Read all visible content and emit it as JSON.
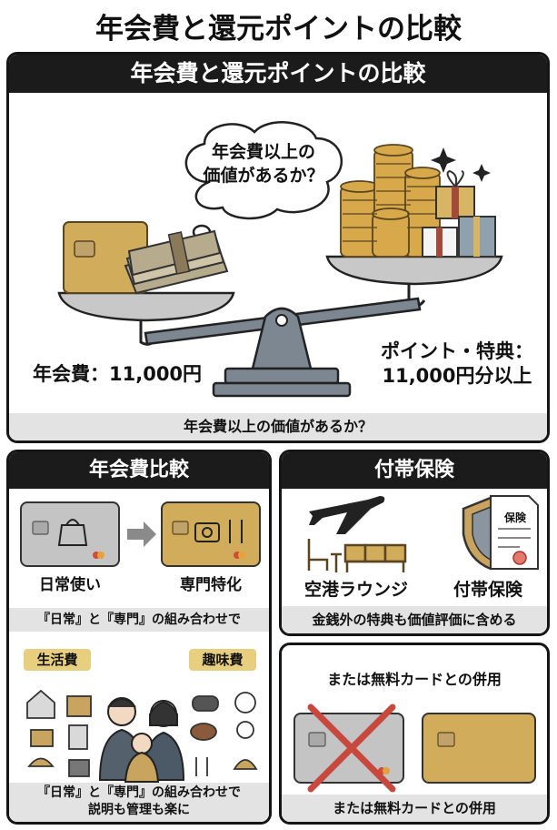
{
  "page_title": "年会費と還元ポイントの比較",
  "top_panel": {
    "header": "年会費と還元ポイントの比較",
    "thought_line1": "年会費以上の",
    "thought_line2": "価値があるか？",
    "fee_label": "年会費：11,000円",
    "points_line1": "ポイント・特典：",
    "points_line2": "11,000円分以上",
    "caption": "年会費以上の価値があるか？"
  },
  "fee_panel": {
    "header": "年会費比較",
    "left_card_label": "日常使い",
    "right_card_label": "専門特化",
    "caption": "『日常』と『専門』の組み合わせで",
    "tag_living": "生活費",
    "tag_hobby": "趣味費",
    "bottom_line1": "『日常』と『専門』の組み合わせで",
    "bottom_line2": "説明も管理も楽に"
  },
  "insurance_panel": {
    "header": "付帯保険",
    "document_title": "保険",
    "lounge_label": "空港ラウンジ",
    "insurance_label": "付帯保険",
    "caption": "金銭外の特典も価値評価に含める"
  },
  "free_card_panel": {
    "title": "または無料カードとの併用",
    "caption": "または無料カードとの併用"
  },
  "colors": {
    "dark": "#1b1b1b",
    "gold": "#d1ac5a",
    "silver": "#c4c4c4",
    "caption_bg": "#e3e3e3",
    "tag_bg": "#e8cf7f",
    "cross": "#c9483d"
  }
}
